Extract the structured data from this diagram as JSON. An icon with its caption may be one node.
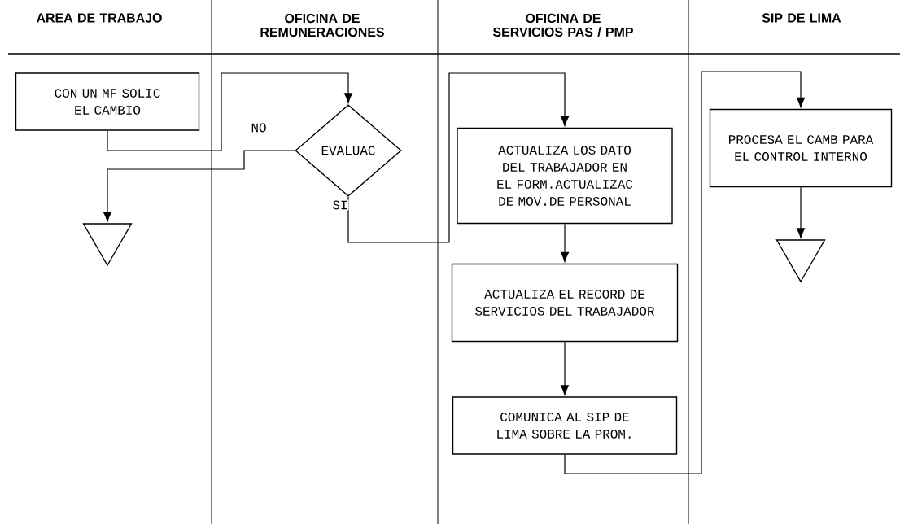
{
  "diagram": {
    "nodes": [
      {
        "text": [
          "CON UN MF SOLIC EL CAMBIO"
        ]
      },
      {
        "text": [
          "EVALUAC"
        ]
      },
      {
        "text": [],
        "shape": "triangle"
      },
      {
        "text": [
          "ACTUALIZA LOS DATO DEL TRABAJADOR EN EL FORM.ACTUALIZAC DE MOV.DE PERSONAL"
        ]
      },
      {
        "text": [
          "ACTUALIZA EL RECORD DE SERVICIOS DEL TRABAJADOR"
        ]
      },
      {
        "text": [
          "COMUNICA AL SIP DE LIMA SOBRE LA PROM."
        ]
      },
      {
        "text": [
          "PROCESA EL CAMB PARA EL CONTROL INTERNO"
        ]
      },
      {
        "text": [],
        "shape": "triangle"
      }
    ],
    "edges": [
      {
        "from": 0,
        "to": 1,
        "arrow": "to"
      },
      {
        "from": 1,
        "to": 2,
        "arrow": "to",
        "label": "NO"
      },
      {
        "from": 1,
        "to": 3,
        "arrow": "to",
        "label": "SI"
      },
      {
        "from": 3,
        "to": 4,
        "arrow": "to"
      },
      {
        "from": 4,
        "to": 5,
        "arrow": "to"
      },
      {
        "from": 5,
        "to": 6,
        "arrow": "to"
      },
      {
        "from": 6,
        "to": 7,
        "arrow": "to"
      }
    ],
    "labels": [
      "AREA DE TRABAJO",
      "OFICINA DE REMUNERACIONES",
      "OFICINA DE SERVICIOS PAS / PMP",
      "SIP DE LIMA"
    ]
  }
}
